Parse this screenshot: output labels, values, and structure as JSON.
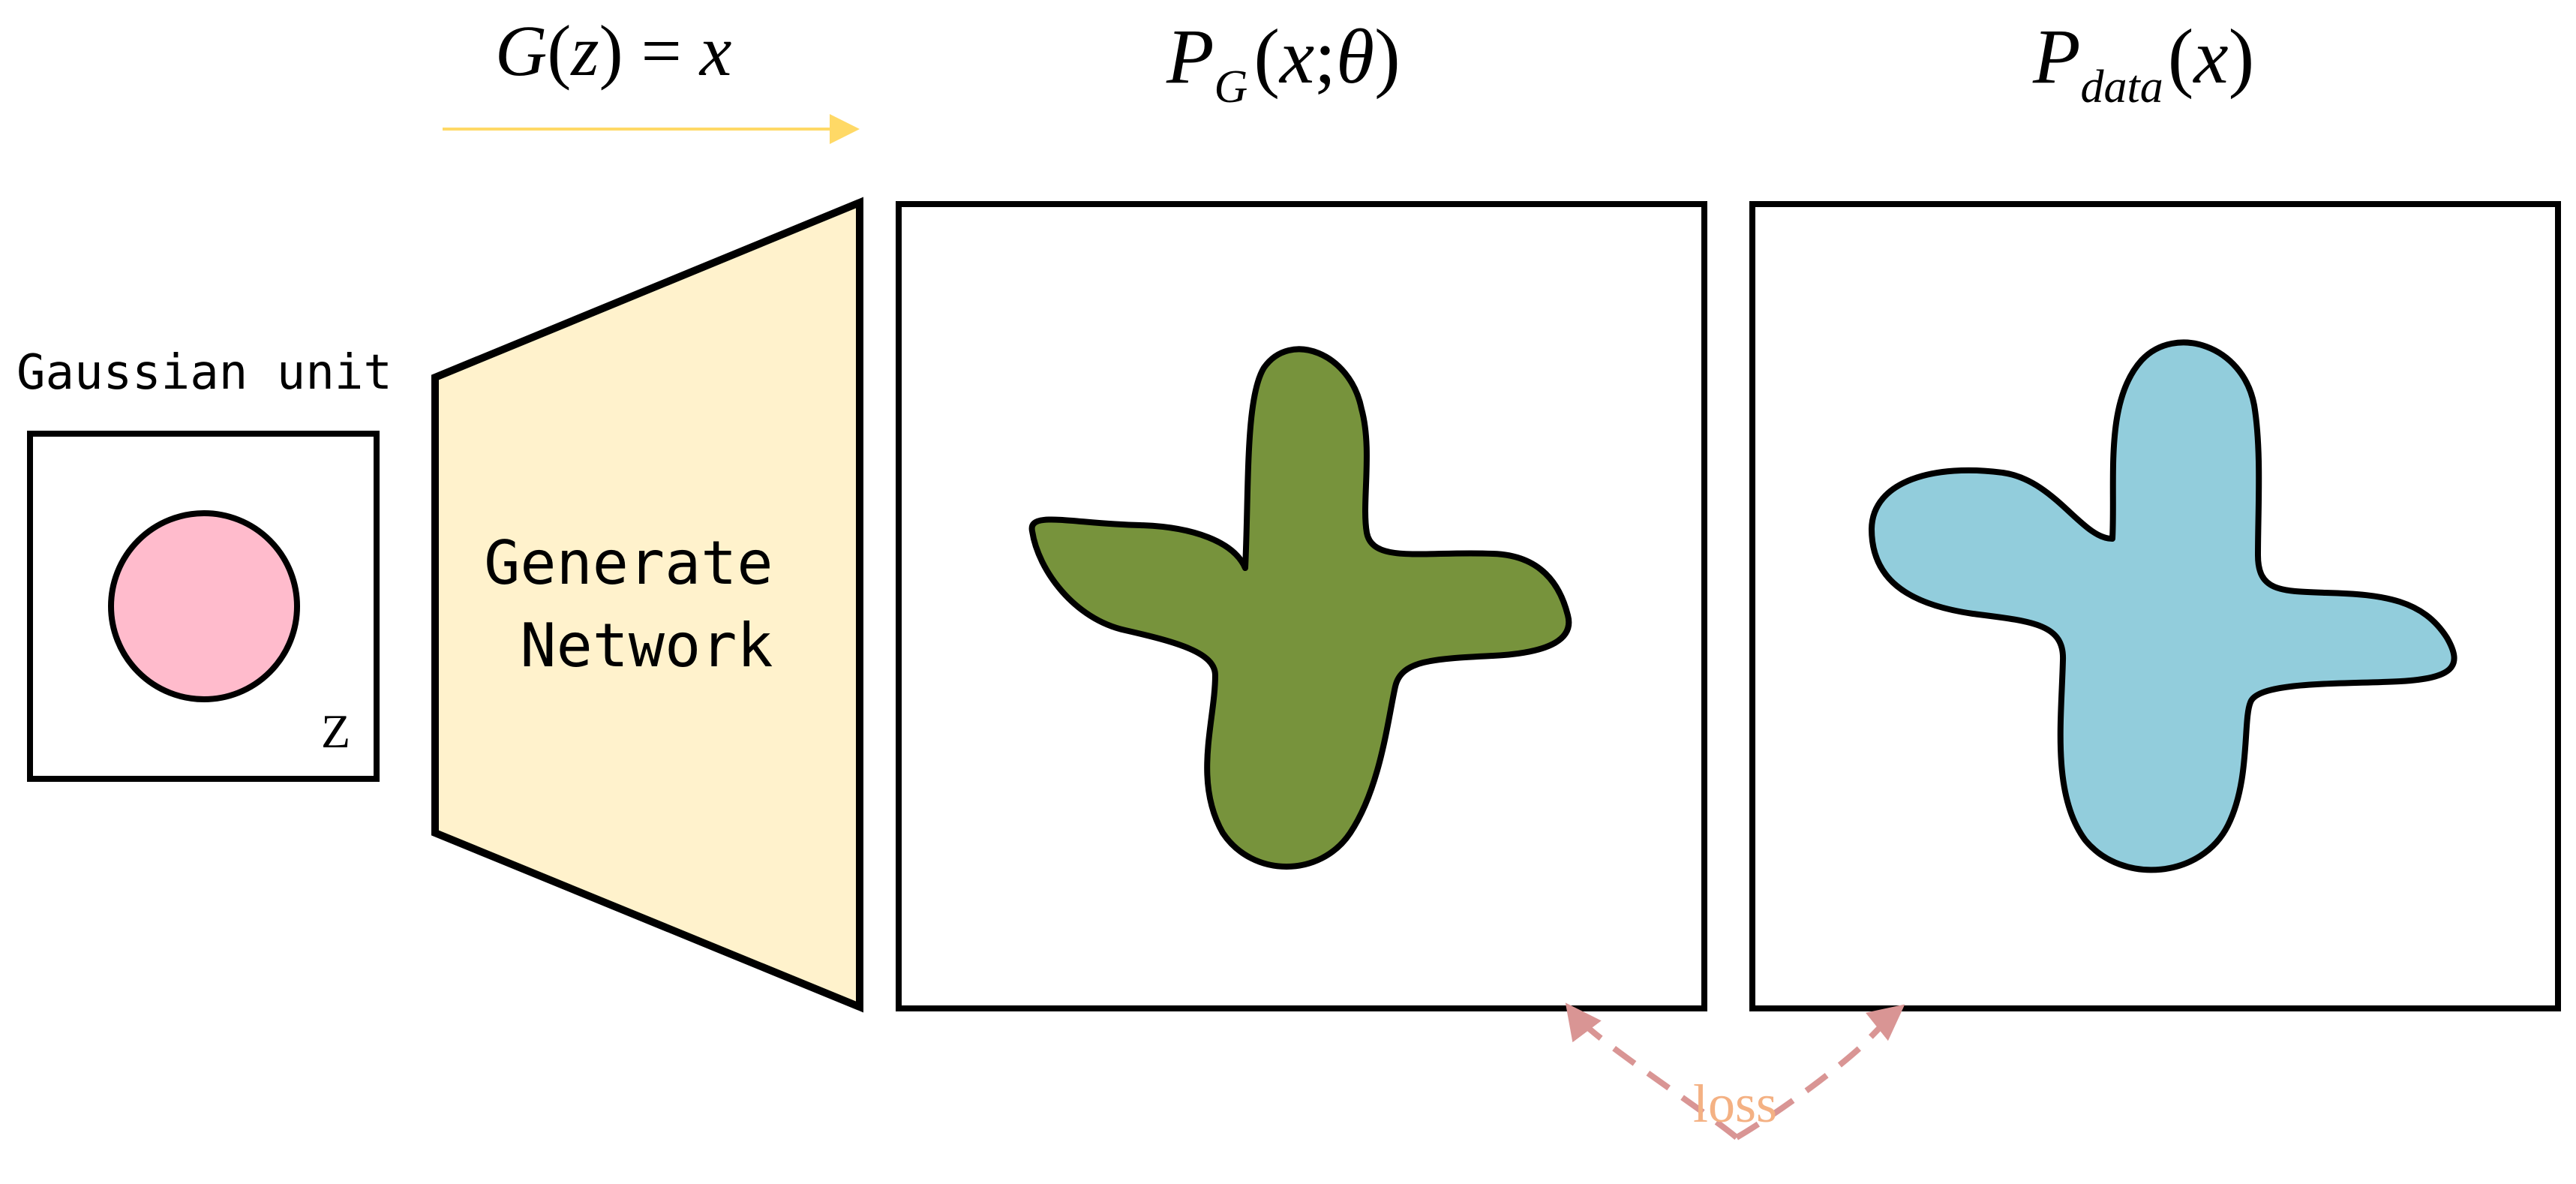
{
  "colors": {
    "stroke": "#000000",
    "gaussian_fill": "#FFBBCC",
    "network_fill": "#FFF2CC",
    "generated_fill": "#77933C",
    "data_fill": "#92CDDC",
    "arrow_top": "#FFD966",
    "loss_arrow": "#D99594",
    "loss_text": "#F4B183"
  },
  "gaussian": {
    "label": "Gaussian unit",
    "var": "Z"
  },
  "network": {
    "line1": "Generate",
    "line2": "Network"
  },
  "formula": {
    "G": "G",
    "lparen": "(",
    "z": "z",
    "rparen": ")",
    "eq": " = ",
    "x": "x"
  },
  "pg": {
    "P": "P",
    "sub": "G",
    "lparen": "(",
    "x": "x",
    "semi": ";",
    "theta": "θ",
    "rparen": ")"
  },
  "pdata": {
    "P": "P",
    "sub": "data",
    "lparen": "(",
    "x": "x",
    "rparen": ")"
  },
  "loss": {
    "label": "loss"
  }
}
